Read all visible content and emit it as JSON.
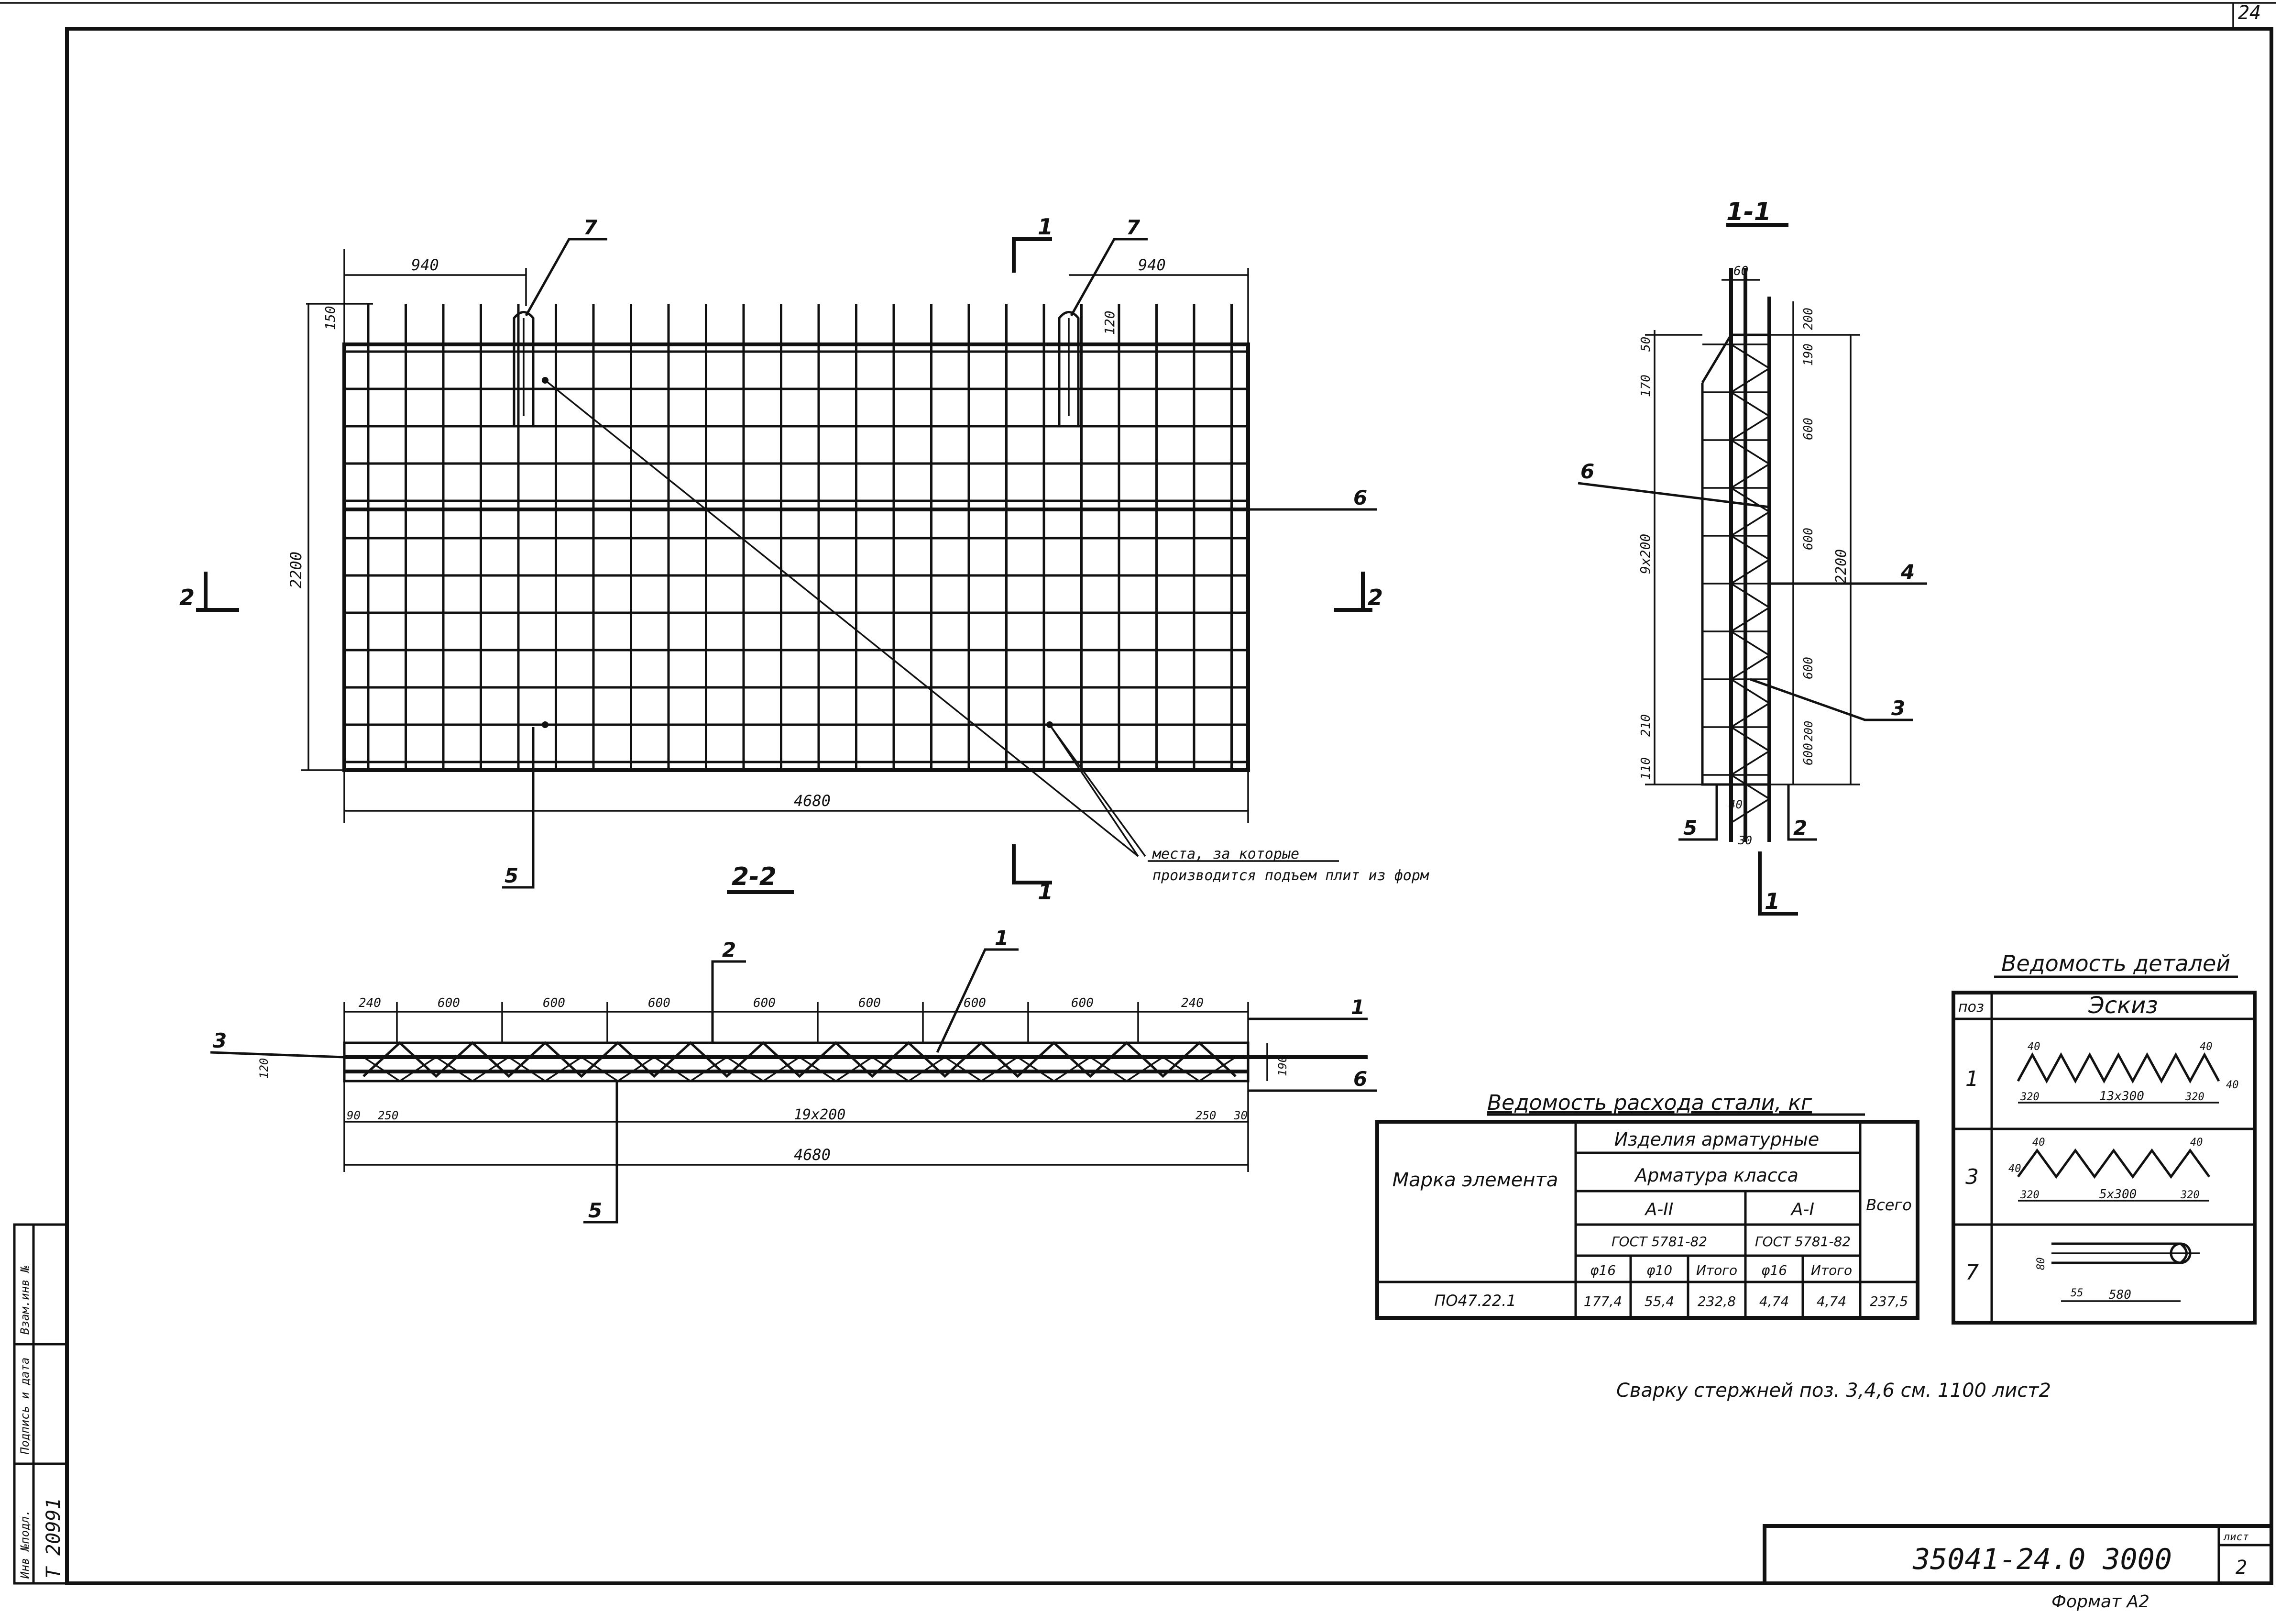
{
  "sheet": {
    "page_number": "24",
    "sheet_number": "2",
    "sheet_label": "лист",
    "code": "35041-24.0 3000",
    "format": "Формат А2"
  },
  "side_stamp": {
    "inv": "Инв №подл.",
    "sign": "Подпись и дата",
    "replace": "Взам.инв №",
    "inv_value": "Т 20991"
  },
  "plan": {
    "dim_940_left": "940",
    "dim_940_right": "940",
    "dim_150_top": "150",
    "dim_120": "120",
    "dim_2200": "2200",
    "dim_4680": "4680",
    "callout_7_left": "7",
    "callout_7_right": "7",
    "callout_6": "6",
    "callout_5": "5",
    "section_2_left": "2",
    "section_2_right": "2",
    "section_1_top": "1",
    "section_1_bottom": "1",
    "lift_note_line1": "места, за которые",
    "lift_note_line2": "производится подъем плит из форм"
  },
  "section_1_1": {
    "title": "1-1",
    "dim_60": "60",
    "dim_50": "50",
    "dim_200_top": "200",
    "dim_170": "170",
    "dim_210": "210",
    "dim_9x200": "9x200",
    "dim_190": "190",
    "dim_110": "110",
    "dim_600_a": "600",
    "dim_600_b": "600",
    "dim_600_c": "600",
    "dim_600_d": "600",
    "dim_2200": "2200",
    "dim_200_low": "200",
    "dim_40": "40",
    "dim_30": "30",
    "callout_6": "6",
    "callout_4": "4",
    "callout_3": "3",
    "callout_5": "5",
    "callout_2": "2",
    "callout_1": "1"
  },
  "section_2_2": {
    "title": "2-2",
    "top_dims": [
      "240",
      "600",
      "600",
      "600",
      "600",
      "600",
      "600",
      "600",
      "240"
    ],
    "dim_120": "120",
    "dim_190": "190",
    "dim_90": "90",
    "dim_250": "250",
    "dim_19x200": "19x200",
    "dim_250_r": "250",
    "dim_30": "30",
    "dim_4680": "4680",
    "callout_2": "2",
    "callout_1": "1",
    "callout_3": "3",
    "callout_1_right": "1",
    "callout_6": "6",
    "callout_5": "5"
  },
  "steel_table": {
    "title": "Ведомость расхода стали, кг",
    "col_mark": "Марка элемента",
    "col_products": "Изделия арматурные",
    "col_class": "Арматура класса",
    "col_total": "Всего",
    "class_a2": "А-II",
    "class_a1": "А-I",
    "gost_a2": "ГОСТ 5781-82",
    "gost_a1": "ГОСТ 5781-82",
    "sub_headers": [
      "φ16",
      "φ10",
      "Итого",
      "φ16",
      "Итого"
    ],
    "row_mark": "ПО47.22.1",
    "row_values": [
      "177,4",
      "55,4",
      "232,8",
      "4,74",
      "4,74",
      "237,5"
    ]
  },
  "details_table": {
    "title": "Ведомость деталей",
    "col_pos": "поз",
    "col_sketch": "Эскиз",
    "rows": [
      {
        "pos": "1",
        "dims": [
          "40",
          "320",
          "13x300",
          "320",
          "40",
          "40"
        ]
      },
      {
        "pos": "3",
        "dims": [
          "40",
          "40",
          "320",
          "5x300",
          "320",
          "40"
        ]
      },
      {
        "pos": "7",
        "dims": [
          "80",
          "55",
          "580"
        ]
      }
    ]
  },
  "note": "Сварку стержней поз. 3,4,6 см. 1100 лист2"
}
